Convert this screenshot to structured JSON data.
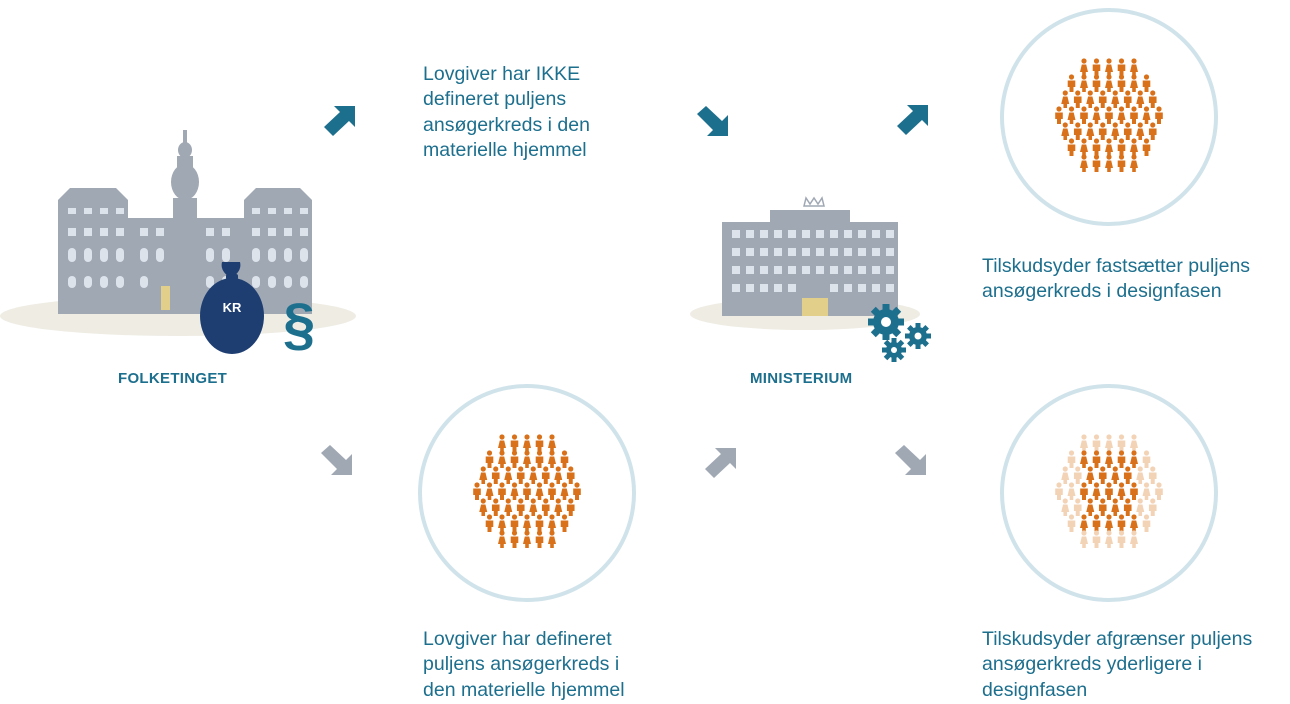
{
  "colors": {
    "teal": "#1d6f8e",
    "gray": "#a0a8b4",
    "orange": "#d9711a",
    "orange_light": "#f3d3b6",
    "navy": "#1e3e72",
    "circle_border": "#d0e3ea",
    "ground": "#eeece3"
  },
  "folketinget": {
    "label": "FOLKETINGET",
    "money_bag_text": "KR",
    "paragraph_symbol": "§"
  },
  "ministerium": {
    "label": "MINISTERIUM"
  },
  "steps": {
    "top_middle": "Lovgiver har IKKE defineret puljens ansøgerkreds i den materielle hjemmel",
    "top_right": "Tilskudsyder fastsætter puljens ansøgerkreds i designfasen",
    "bottom_middle": "Lovgiver har defineret puljens ansøgerkreds i den materielle hjemmel",
    "bottom_right": "Tilskudsyder afgrænser puljens ansøgerkreds yderligere i designfasen"
  },
  "icons": {
    "arrow_1": "arrow-up-right-icon",
    "arrow_2": "arrow-down-right-icon",
    "arrow_3": "arrow-up-right-icon",
    "arrow_4": "arrow-down-right-icon",
    "arrow_5": "arrow-up-right-icon",
    "arrow_6": "arrow-down-right-icon",
    "building_1": "parliament-building-icon",
    "building_2": "ministry-building-icon",
    "gears": "gears-icon",
    "crowd": "people-crowd-icon"
  }
}
